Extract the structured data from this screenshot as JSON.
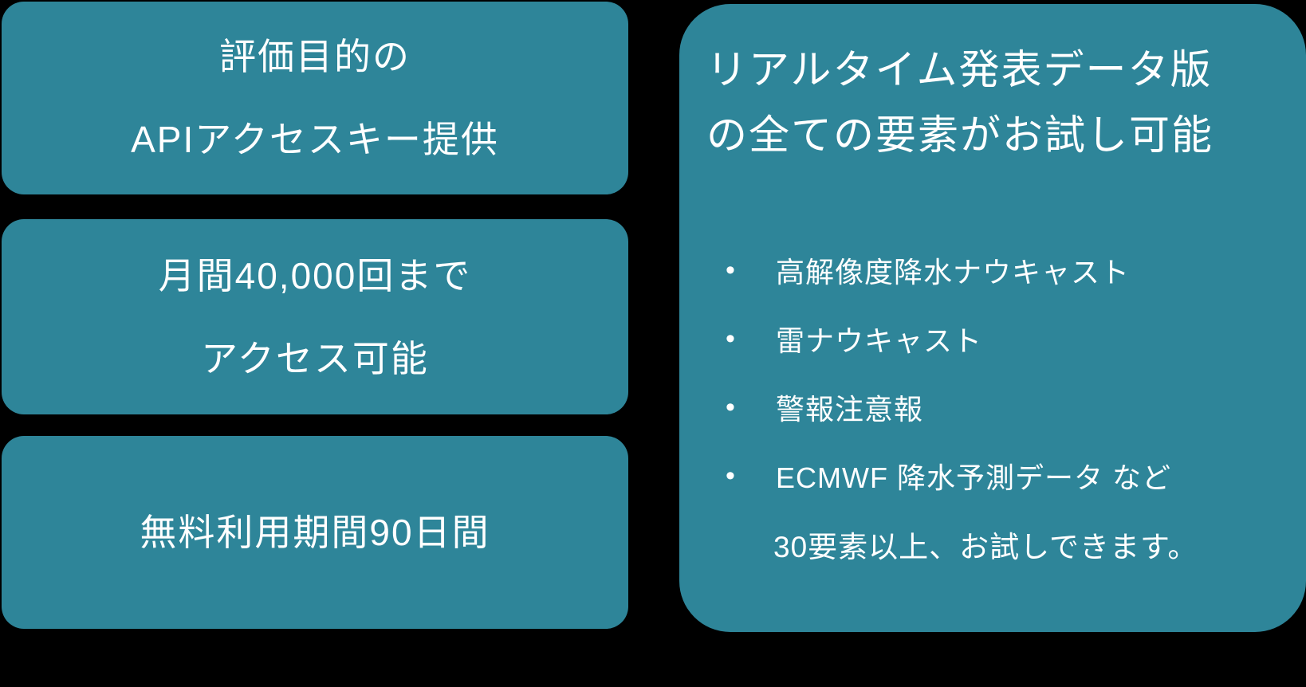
{
  "colors": {
    "background": "#000000",
    "box_fill": "#2E8599",
    "text": "#FFFFFF"
  },
  "left_column": {
    "boxes": [
      {
        "lines": [
          "評価目的の",
          "APIアクセスキー提供"
        ]
      },
      {
        "lines": [
          "月間40,000回まで",
          "アクセス可能"
        ]
      },
      {
        "lines": [
          "無料利用期間90日間"
        ]
      }
    ]
  },
  "right_panel": {
    "title_lines": [
      "リアルタイム発表データ版",
      "の全ての要素がお試し可能"
    ],
    "bullet_glyph": "•",
    "bullets": [
      "高解像度降水ナウキャスト",
      "雷ナウキャスト",
      "警報注意報",
      "ECMWF 降水予測データ など"
    ],
    "footnote": "30要素以上、お試しできます。"
  }
}
